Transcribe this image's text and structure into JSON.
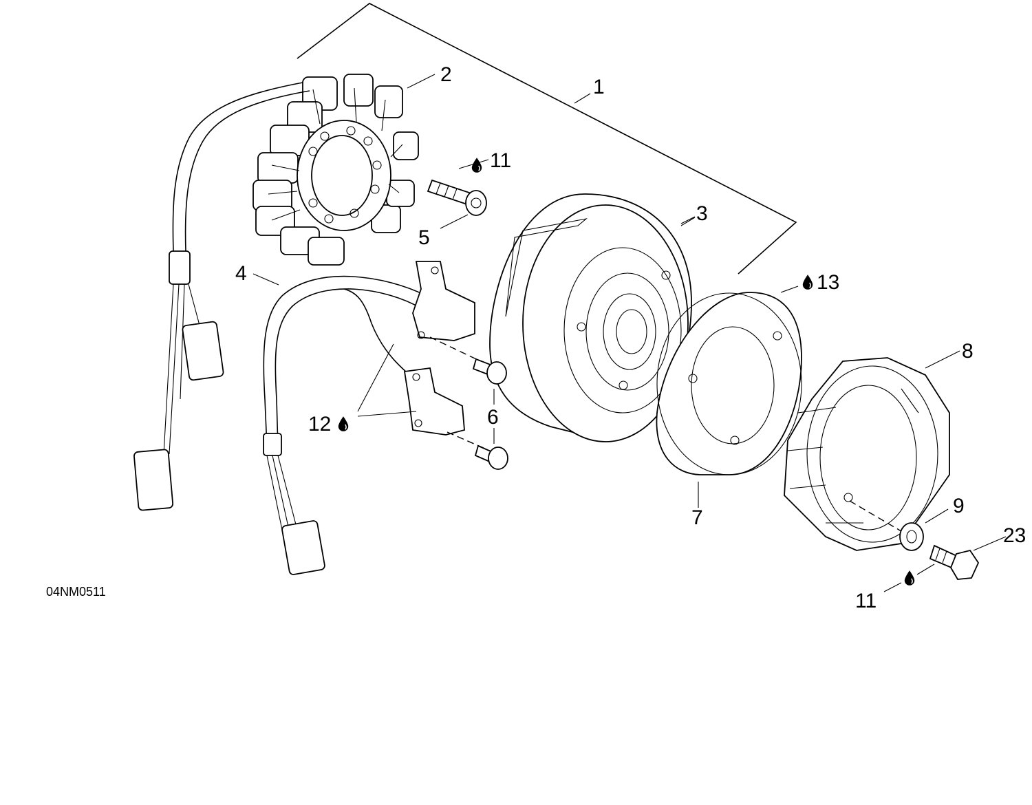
{
  "figure_code": "04NM0511",
  "callouts": {
    "c1": "1",
    "c2": "2",
    "c3": "3",
    "c4": "4",
    "c5": "5",
    "c6": "6",
    "c7": "7",
    "c8": "8",
    "c9": "9",
    "c11a": "11",
    "c11b": "11",
    "c12": "12",
    "c13": "13",
    "c23": "23"
  },
  "icons": {
    "adhesive_symbol": "drop-icon"
  }
}
